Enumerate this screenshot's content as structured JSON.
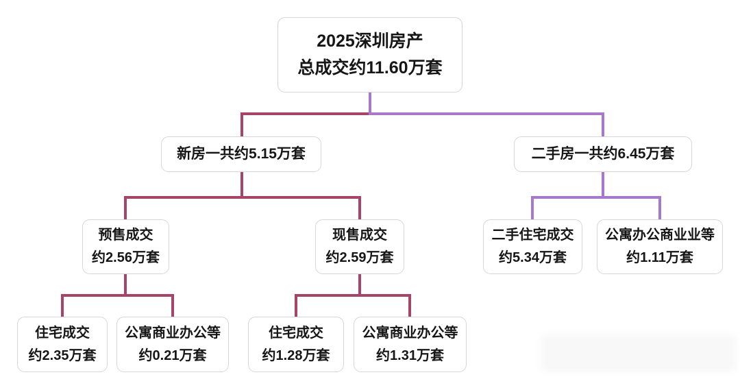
{
  "colors": {
    "new_branch": "#A64469",
    "secondhand_branch": "#A779CB"
  },
  "tree": {
    "root": {
      "line1": "2025深圳房产",
      "line2": "总成交约11.60万套"
    },
    "new_homes": {
      "total": {
        "label": "新房一共约5.15万套"
      },
      "presale": {
        "line1": "预售成交",
        "line2": "约2.56万套",
        "residential": {
          "line1": "住宅成交",
          "line2": "约2.35万套"
        },
        "apartment_office": {
          "line1": "公寓商业办公等",
          "line2": "约0.21万套"
        }
      },
      "spot_sale": {
        "line1": "现售成交",
        "line2": "约2.59万套",
        "residential": {
          "line1": "住宅成交",
          "line2": "约1.28万套"
        },
        "apartment_office": {
          "line1": "公寓商业办公等",
          "line2": "约1.31万套"
        }
      }
    },
    "secondhand": {
      "total": {
        "label": "二手房一共约6.45万套"
      },
      "residential": {
        "line1": "二手住宅成交",
        "line2": "约5.34万套"
      },
      "apartment_office": {
        "line1": "公寓办公商业业等",
        "line2": "约1.11万套"
      }
    }
  }
}
